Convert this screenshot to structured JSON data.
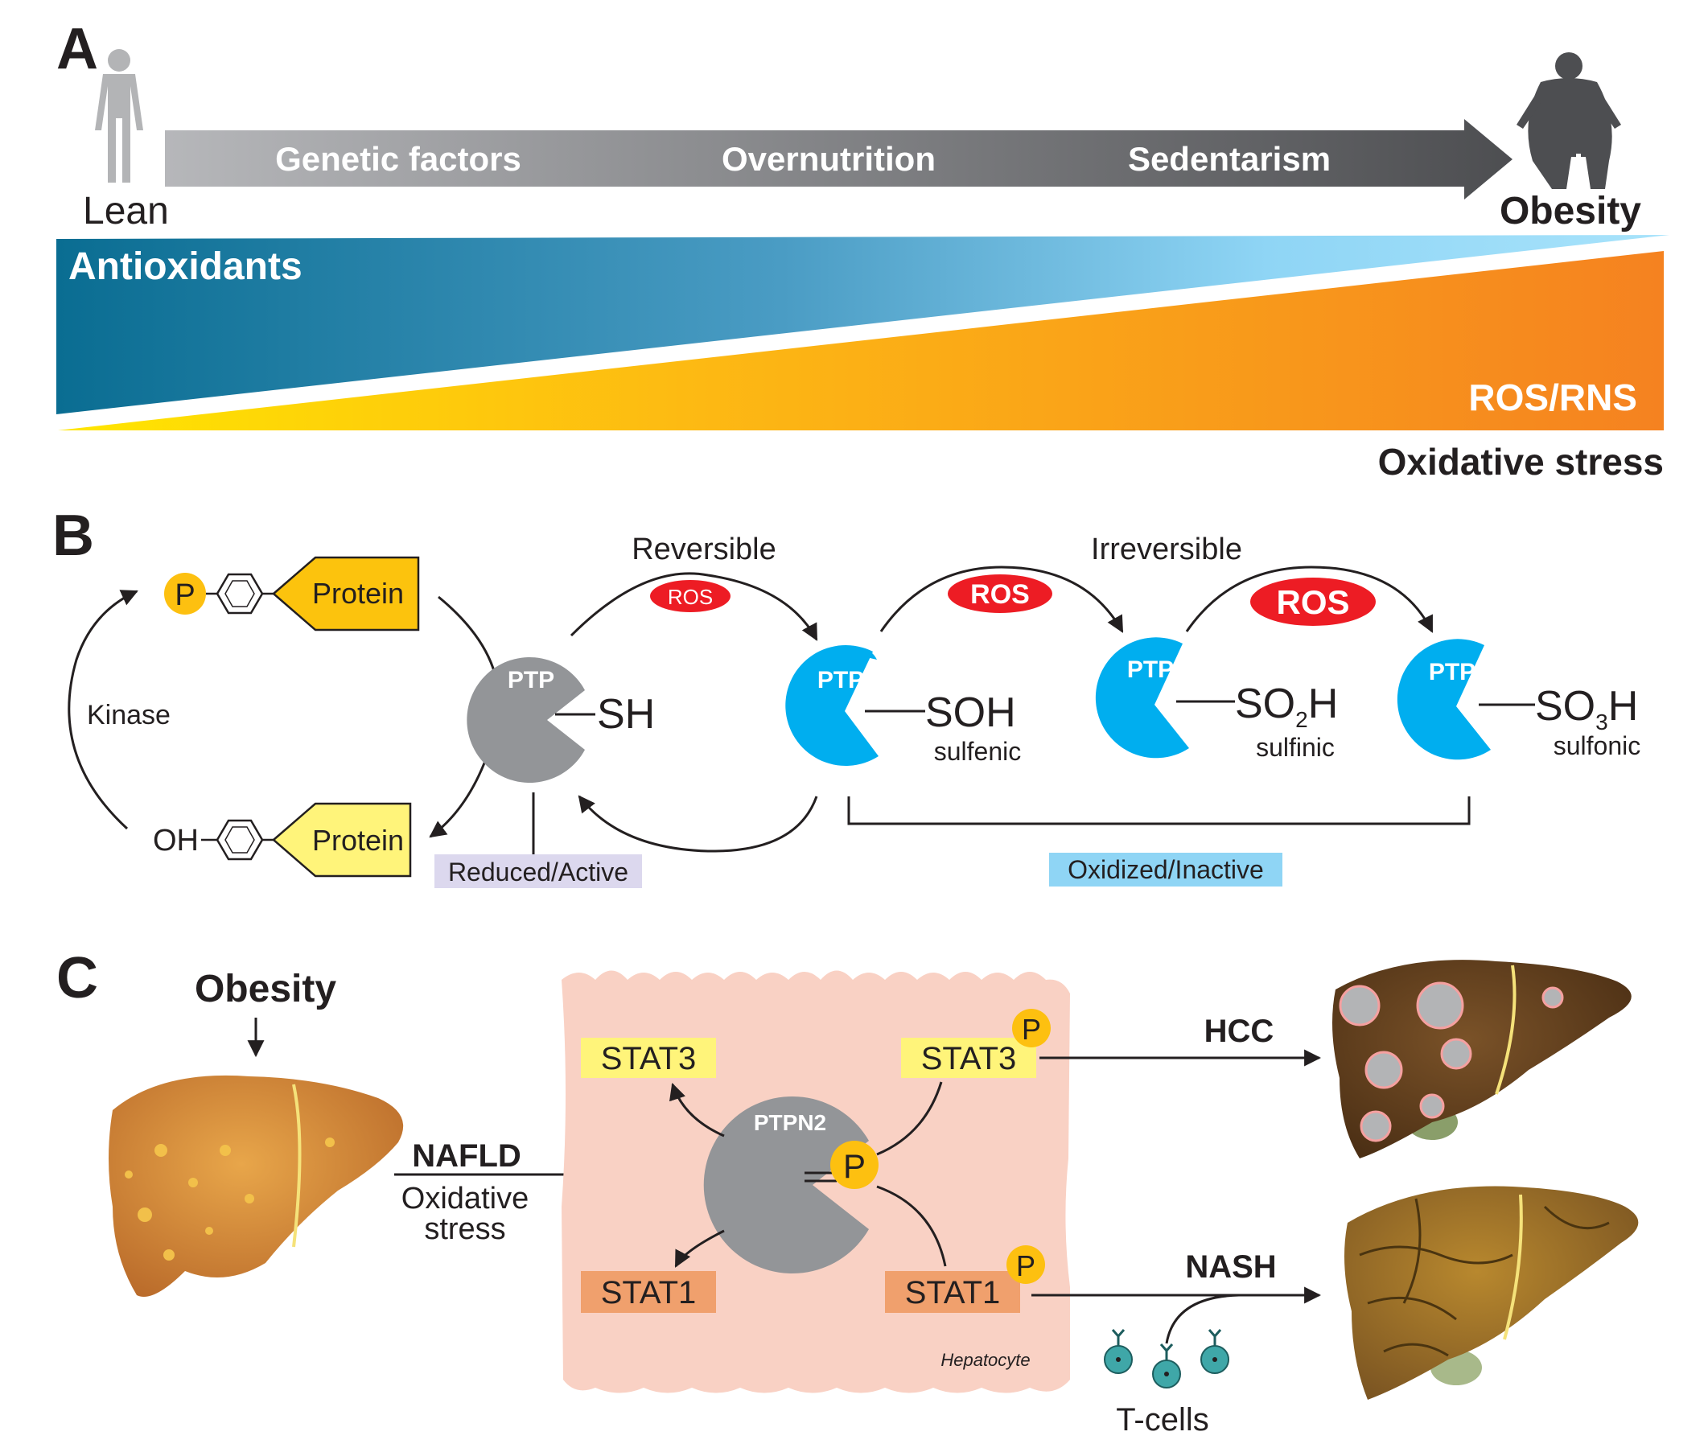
{
  "panel_a": {
    "letter": "A",
    "lean_label": "Lean",
    "obesity_label": "Obesity",
    "arrow_factors": [
      "Genetic factors",
      "Overnutrition",
      "Sedentarism"
    ],
    "antioxidants_label": "Antioxidants",
    "ros_rns_label": "ROS/RNS",
    "oxidative_stress_label": "Oxidative stress"
  },
  "panel_b": {
    "letter": "B",
    "phospho_label": "P",
    "protein_label": "Protein",
    "oh_label": "OH",
    "kinase_label": "Kinase",
    "ptp_label": "PTP",
    "sh_label": "SH",
    "reversible_label": "Reversible",
    "irreversible_label": "Irreversible",
    "ros_label": "ROS",
    "soh_label": "SOH",
    "sulfenic_label": "sulfenic",
    "so2h_so": "SO",
    "so2h_sub": "2",
    "so2h_h": "H",
    "sulfinic_label": "sulfinic",
    "so3h_so": "SO",
    "so3h_sub": "3",
    "so3h_h": "H",
    "sulfonic_label": "sulfonic",
    "reduced_active_label": "Reduced/Active",
    "oxidized_inactive_label": "Oxidized/Inactive"
  },
  "panel_c": {
    "letter": "C",
    "obesity_label": "Obesity",
    "nafld_label": "NAFLD",
    "oxidative_label": "Oxidative",
    "stress_label": "stress",
    "stat3_label": "STAT3",
    "stat1_label": "STAT1",
    "phospho_label": "P",
    "ptpn2_label": "PTPN2",
    "hepatocyte_label": "Hepatocyte",
    "hcc_label": "HCC",
    "nash_label": "NASH",
    "tcells_label": "T-cells"
  },
  "colors": {
    "ptp_blue": "#00aeef",
    "ptp_gray": "#939598",
    "ros_red": "#ed1c24",
    "phospho_yellow": "#fdc010",
    "protein_gold": "#fcc30d",
    "protein_light": "#fff47a",
    "hepatocyte_pink": "#f9d1c4",
    "stat3_yellow": "#fff47a",
    "stat1_orange": "#f0a06d",
    "reduced_lavender": "#dcd8ee",
    "oxidized_blue": "#8fd5f5"
  }
}
